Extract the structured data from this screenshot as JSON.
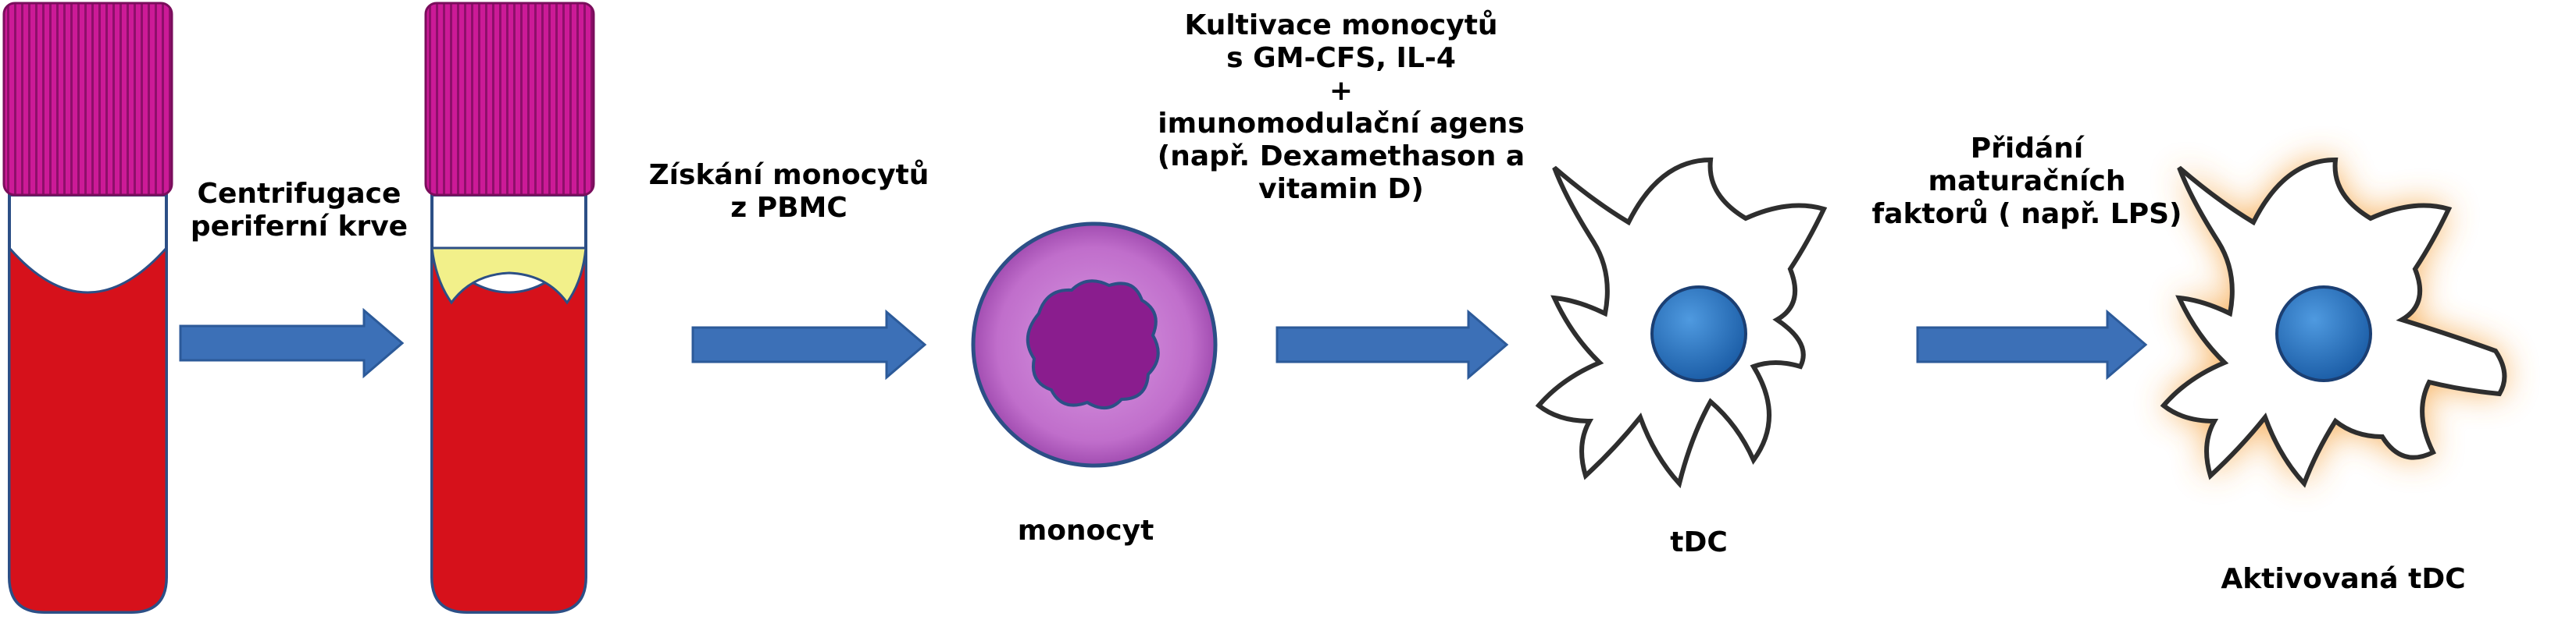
{
  "steps": {
    "centrifuge": {
      "lines": [
        "Centrifugace",
        "periferní krve"
      ]
    },
    "isolation": {
      "lines": [
        "Získání monocytů",
        "z PBMC"
      ]
    },
    "culture": {
      "lines": [
        "Kultivace monocytů",
        "s GM-CFS, IL-4",
        "+",
        "imunomodulační  agens",
        "(např. Dexamethason a",
        "vitamin D)"
      ]
    },
    "maturation": {
      "lines": [
        "Přidání",
        "maturačních",
        "faktorů ( např. LPS)"
      ]
    }
  },
  "cells": {
    "monocyte": "monocyt",
    "tdc": "tDC",
    "activated": "Aktivovaná tDC"
  },
  "colors": {
    "arrow": "#3c70b7",
    "arrow_stroke": "#2c5a99",
    "blood": "#d6111b",
    "cap": "#cc1a97",
    "buffy_coat": "#f2f08a",
    "monocyte_outer": "#cc7ed6",
    "monocyte_nucleus": "#8a1d8e",
    "nucleus_blue": "#2d7fce",
    "glow": "#f5a03a"
  },
  "icons": [
    "blood-tube-icon",
    "separated-tube-icon",
    "monocyte-icon",
    "dendritic-cell-icon",
    "activated-dendritic-cell-icon",
    "arrow-right-icon"
  ]
}
